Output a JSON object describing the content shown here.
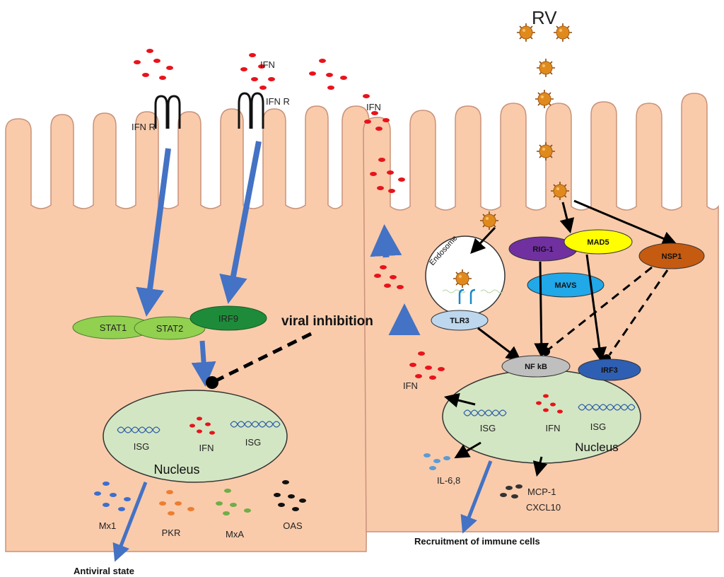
{
  "virus_label": "RV",
  "ifn_labels": [
    "IFN",
    "IFN",
    "IFN",
    "IFN",
    "IFN"
  ],
  "receptor_labels": [
    "IFN R",
    "IFN R"
  ],
  "left_cell": {
    "stat1": "STAT1",
    "stat2": "STAT2",
    "irf9": "IRF9",
    "nucleus": "Nucleus",
    "isg_left": "ISG",
    "isg_right": "ISG",
    "products": [
      "Mx1",
      "PKR",
      "MxA",
      "OAS"
    ],
    "outcome": "Antiviral state"
  },
  "inhibition_label": "viral inhibition",
  "right_cell": {
    "endosome": "Endosome",
    "tlr3": "TLR3",
    "rig1": "RIG-1",
    "mad5": "MAD5",
    "mavs": "MAVS",
    "nsp1": "NSP1",
    "nfkb": "NF kB",
    "irf3": "IRF3",
    "nucleus": "Nucleus",
    "isg_left": "ISG",
    "isg_right": "ISG",
    "cytokines": "IL-6,8",
    "chemokine1": "MCP-1",
    "chemokine2": "CXCL10",
    "outcome": "Recruitment of immune cells"
  },
  "colors": {
    "cell": "#f9cbab",
    "cell_stroke": "#c9927a",
    "nucleus": "#d3e6c3",
    "stat": "#92d050",
    "irf9": "#1e8b3a",
    "arrow_blue": "#4472c4",
    "ifn_dot": "#e8131b",
    "rig1": "#7030a0",
    "mad5": "#ffff00",
    "mavs": "#20a8e8",
    "nsp1": "#c55a11",
    "nfkb": "#bfbfbf",
    "irf3": "#2f5fb3",
    "tlr3": "#bdd7ee",
    "virus": "#e08a1e"
  }
}
